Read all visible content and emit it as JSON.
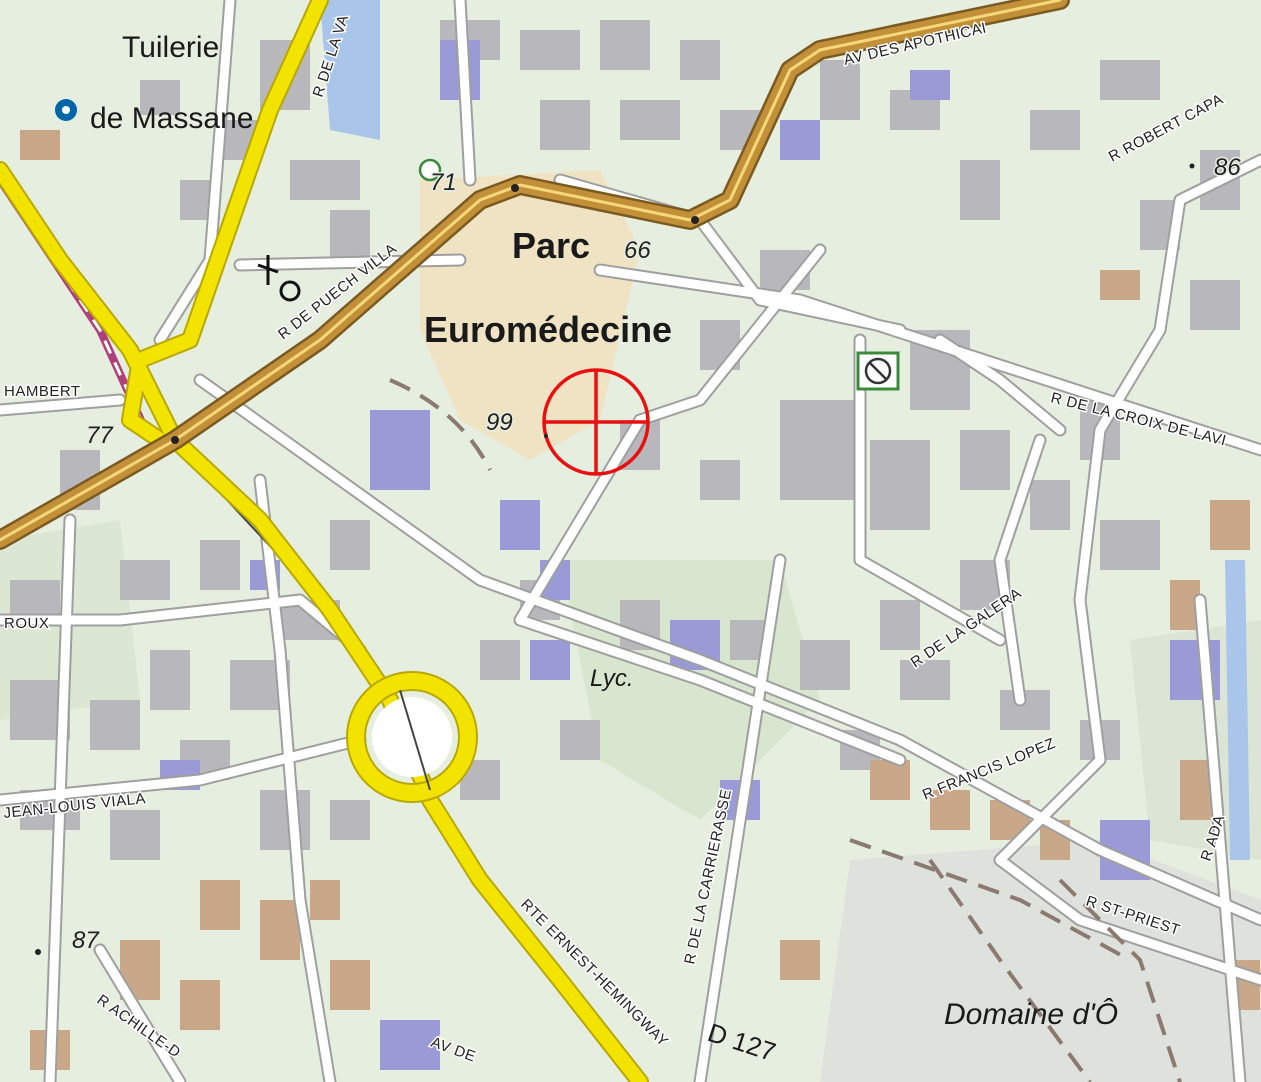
{
  "map": {
    "places": {
      "tuilerie_line1": "Tuilerie",
      "tuilerie_line2": "de Massane",
      "parc_line1": "Parc",
      "parc_line2": "Euromédecine",
      "lycee": "Lyc.",
      "domaine": "Domaine d'Ô"
    },
    "streets": {
      "av_apothicaires": "AV DES APOTHICAI",
      "r_robert_capa": "R ROBERT CAPA",
      "r_puech_villa": "R DE PUECH VILLA",
      "r_de_la_va": "R DE LA VA",
      "hambert": "HAMBERT",
      "r_croix_lavit": "R DE LA CROIX DE LAVI",
      "r_galera": "R DE LA GALERA",
      "roux": "ROUX",
      "jean_louis_viala": "JEAN-LOUIS VIALA",
      "r_francis_lopez": "R FRANCIS LOPEZ",
      "r_ada": "R ADA",
      "r_carrierasse": "R DE LA CARRIERASSE",
      "r_st_priest": "R ST-PRIEST",
      "rte_hemingway": "RTE ERNEST-HEMINGWAY",
      "r_achille": "R ACHILLE-D",
      "av_de": "AV DE",
      "d127": "D 127"
    },
    "elevations": {
      "e71": "71",
      "e66": "66",
      "e86": "86",
      "e77": "77",
      "e99": "99",
      "e87": "87"
    },
    "colors": {
      "background": "#e6eee0",
      "building": "#b8b8bc",
      "public_building": "#9a9bd6",
      "residential_building": "#c9a789",
      "main_road": "#f3e300",
      "trunk_road": "#c3903a",
      "railway": "#b0407a",
      "marker": "#e81010",
      "water": "#a9c6ea"
    },
    "icons": {
      "stop": "bus-stop-icon",
      "cemetery": "cemetery-icon",
      "no_entry": "no-entry-icon",
      "target": "crosshair-target-icon"
    }
  }
}
